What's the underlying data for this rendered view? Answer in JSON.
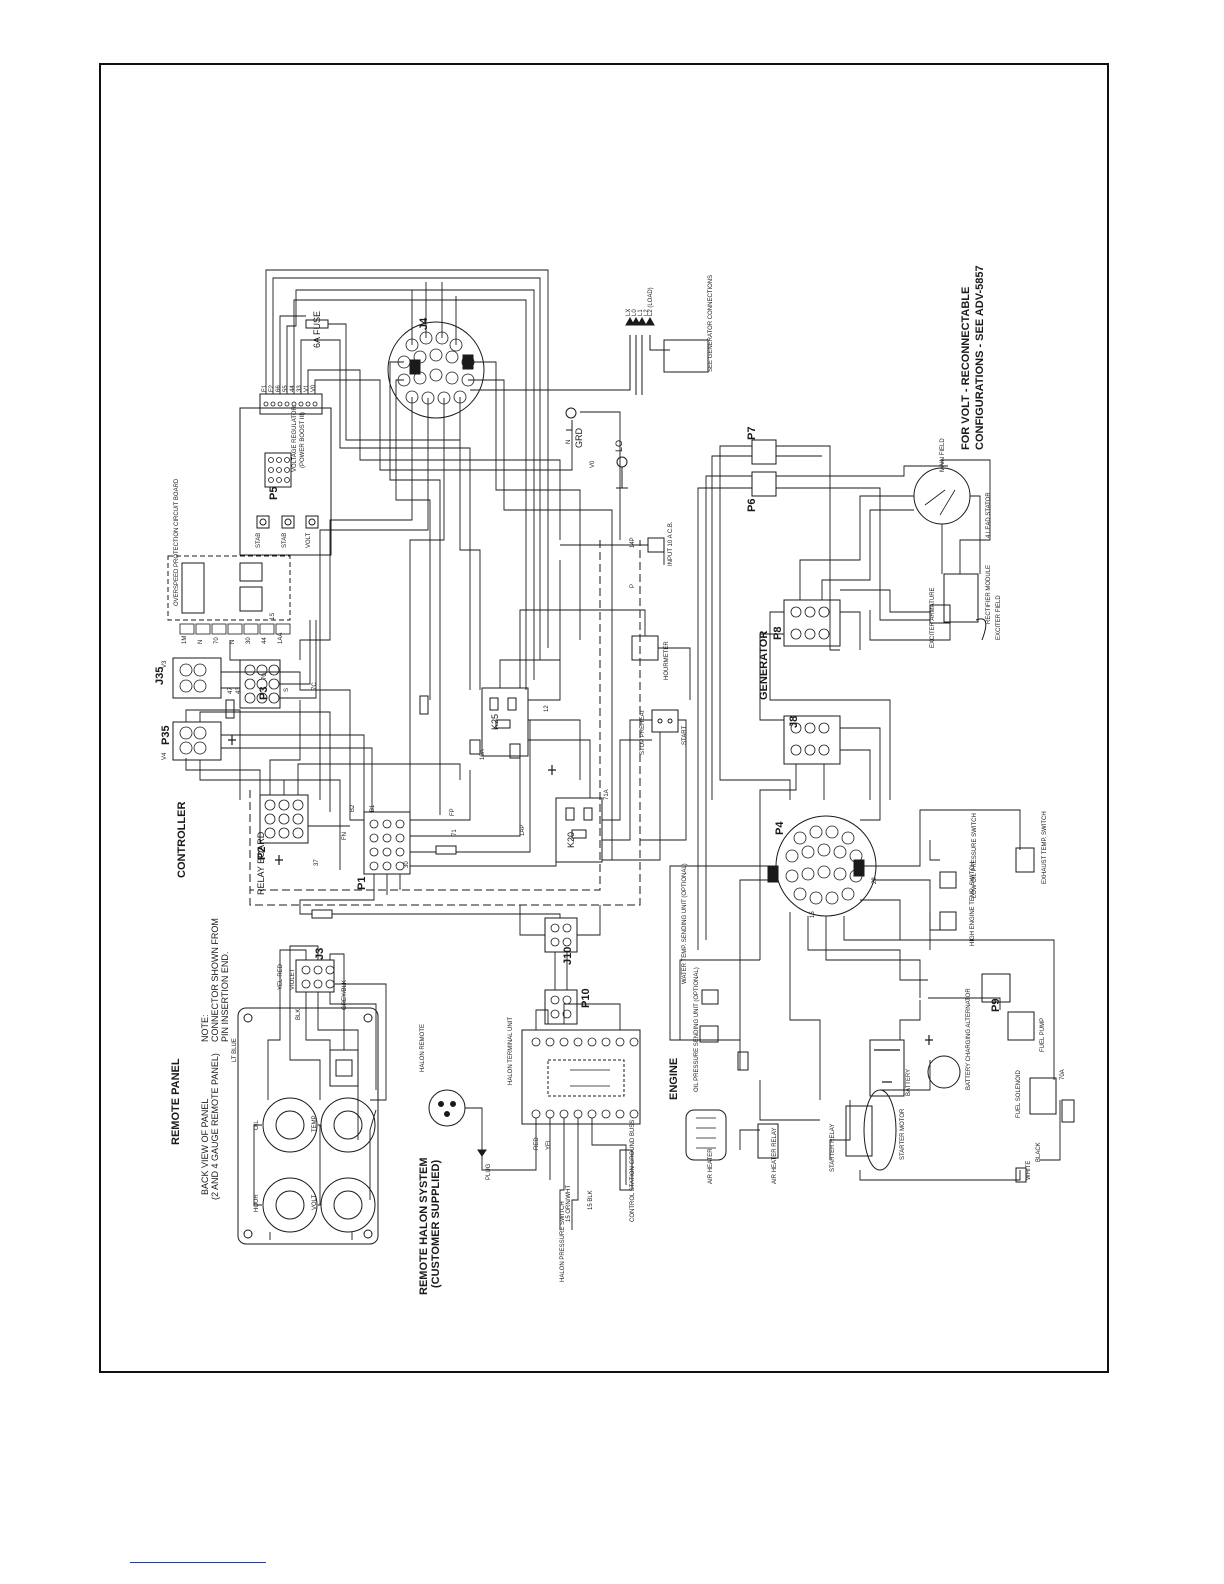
{
  "labels": {
    "controller": "CONTROLLER",
    "relay_board": "RELAY BOARD",
    "remote_panel": "REMOTE PANEL",
    "back_view": "BACK VIEW OF PANEL",
    "gauge_note": "(2 AND 4 GAUGE REMOTE PANEL)",
    "note": "NOTE:",
    "connector_shown": "CONNECTOR SHOWN FROM",
    "pin_insertion": "PIN INSERTION END.",
    "remote_halon": "REMOTE HALON SYSTEM",
    "customer_supplied": "(CUSTOMER SUPPLIED)",
    "halon_remote": "HALON REMOTE",
    "halon_terminal": "HALON TERMINAL UNIT",
    "halon_pressure": "HALON PRESSURE SWITCH",
    "control_station": "CONTROL STATION GROUND BUSS",
    "plug": "PLUG",
    "engine": "ENGINE",
    "generator": "GENERATOR",
    "voltage_regulator": "VOLTAGE REGULATOR",
    "power_boost": "(POWER BOOST III)",
    "overspeed": "OVERSPEED PROTECTION CIRCUIT BOARD",
    "fuse": "6A FUSE",
    "input_cb": "INPUT 10 A C.B.",
    "hourmeter": "HOURMETER",
    "stop_preheat": "STOP PREHEAT",
    "start": "START",
    "for_volt": "FOR VOLT - RECONNECTABLE",
    "configurations": "CONFIGURATIONS - SEE ADV-5857",
    "lead_stator": "4 LEAD STATOR",
    "main_field": "MAIN FIELD",
    "exciter_armature": "EXCITER ARMATURE",
    "exciter_field": "EXCITER FIELD",
    "rectifier": "RECTIFIER MODULE",
    "low_oil": "LOW OIL PRESSURE SWITCH",
    "high_engine": "HIGH ENGINE TEMP. SWITCH",
    "exhaust_temp": "EXHAUST TEMP. SWITCH",
    "fuel_pump": "FUEL PUMP",
    "fuel_solenoid": "FUEL SOLENOID",
    "battery": "BATTERY",
    "battery_alt": "BATTERY CHARGING ALTERNATOR",
    "starter_motor": "STARTER MOTOR",
    "starter_relay": "STARTER RELAY",
    "air_heater": "AIR HEATER",
    "air_heater_relay": "AIR HEATER RELAY",
    "oil_pressure_unit": "OIL PRESSURE SENDING UNIT (OPTIONAL)",
    "water_temp_unit": "WATER TEMP. SENDING UNIT (OPTIONAL)",
    "grd": "GRD",
    "lo": "LO",
    "see_generator": "SEE GENERATOR CONNECTIONS",
    "lo_loads": "L2 (LOAD)"
  },
  "connectors": {
    "p1": "P1",
    "p2": "P2",
    "p3": "P3",
    "p4": "P4",
    "p5": "P5",
    "p6": "P6",
    "p7": "P7",
    "p8": "P8",
    "p9": "P9",
    "p10": "P10",
    "p35": "P35",
    "j3": "J3",
    "j4": "J4",
    "j8": "J8",
    "j10": "J10",
    "j35": "J35",
    "k20": "K20",
    "k25": "K25",
    "k2": "K2"
  },
  "regulator_terms": [
    "F1",
    "F2",
    "66",
    "55",
    "44",
    "33",
    "V1",
    "V0"
  ],
  "regulator_buttons": [
    "STAB",
    "STAB",
    "VOLT"
  ],
  "overspeed_terms": [
    "1M",
    "N",
    "70",
    "N",
    "30",
    "44",
    "1AA",
    "1S"
  ],
  "wire_codes": [
    "70",
    "47",
    "43",
    "N",
    "30",
    "37",
    "FN",
    "FP",
    "12",
    "71A",
    "10A",
    "70A",
    "V0",
    "14P",
    "P",
    "B2",
    "B1",
    "V3",
    "V4",
    "S",
    "7C",
    "71",
    "1AP",
    "15",
    "22"
  ],
  "lead_codes": [
    "LX",
    "L0",
    "L1",
    "L2"
  ],
  "wire_colors": {
    "yel_red": "YEL-RED",
    "violet": "VIOLET",
    "blk": "BLK",
    "grey_blk": "GREY/BLK",
    "lt_blue": "LT BLUE",
    "red": "RED",
    "yel": "YEL",
    "white": "WHITE",
    "black": "BLACK",
    "org_wht": "15 ORN/WHT",
    "blk15": "15 BLK"
  },
  "gauges": [
    "OIL",
    "TEMP",
    "HOUR",
    "VOLT"
  ],
  "colors": {
    "ink": "#1a1a1a",
    "frame": "#111111",
    "rule": "#2a3a8a"
  }
}
